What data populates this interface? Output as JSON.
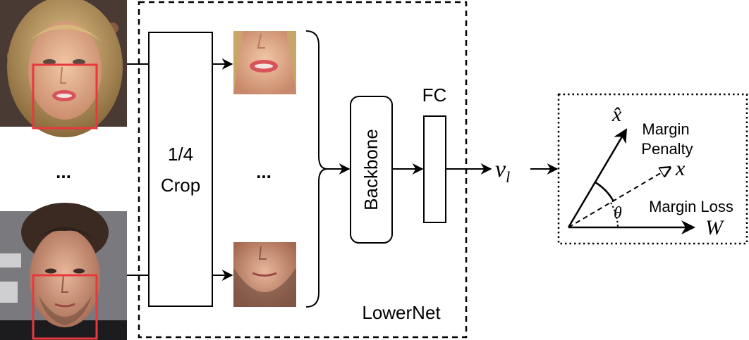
{
  "lowernet": {
    "label": "LowerNet"
  },
  "crop": {
    "line1": "1/4",
    "line2": "Crop"
  },
  "ellipsis": {
    "faces": "...",
    "crops": "..."
  },
  "backbone": {
    "label": "Backbone"
  },
  "fc": {
    "label": "FC"
  },
  "output": {
    "v_symbol": "v",
    "v_subscript": "l"
  },
  "loss": {
    "x_hat": "x̂",
    "x": "x",
    "W": "W",
    "theta": "θ",
    "margin_penalty_line1": "Margin",
    "margin_penalty_line2": "Penalty",
    "margin_loss": "Margin Loss"
  },
  "colors": {
    "bbox_red": "#e8383d",
    "line": "#000000",
    "skin": "#d9a07f",
    "hair_blonde": "#c9a56a",
    "hair_dark": "#3a2a22",
    "lips": "#d9535a"
  }
}
